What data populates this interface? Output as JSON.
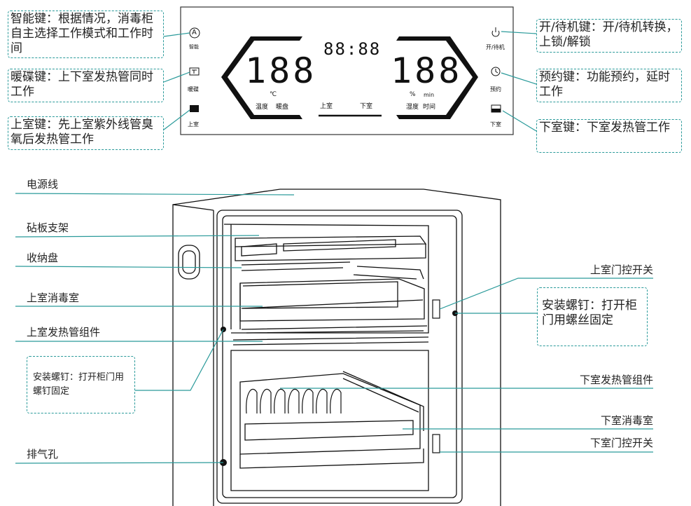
{
  "callouts": {
    "smart": "智能键：根据情况，消毒柜自主选择工作模式和工作时间",
    "warm": "暖碟键：上下室发热管同时工作",
    "upper": "上室键：先上室紫外线管臭氧后发热管工作",
    "power": "开/待机键：开/待机转换，上锁/解锁",
    "schedule": "预约键：功能预约，延时工作",
    "lower": "下室键：下室发热管工作",
    "screw_right": "安装螺钉：打开柜门用螺丝固定",
    "screw_left": "安装螺钉：打开柜门用螺钉固定"
  },
  "display": {
    "icon_smart_letter": "A",
    "btn_smart": "智能",
    "btn_warm": "暖碟",
    "btn_upper": "上室",
    "btn_power": "开/待机",
    "btn_schedule": "预约",
    "btn_lower": "下室",
    "clock": "88:88",
    "left_digits": "188",
    "right_digits": "188",
    "unit_c": "℃",
    "unit_pct": "%",
    "unit_min": "min",
    "temp": "温度",
    "warmdish": "暖盘",
    "humidity": "湿度",
    "time": "时间",
    "upper_room": "上室",
    "lower_room": "下室"
  },
  "labels": {
    "power_cord": "电源线",
    "board_rack": "砧板支架",
    "tray": "收纳盘",
    "upper_chamber": "上室消毒室",
    "upper_heater": "上室发热管组件",
    "vent": "排气孔",
    "upper_switch": "上室门控开关",
    "lower_heater": "下室发热管组件",
    "lower_chamber": "下室消毒室",
    "lower_switch": "下室门控开关"
  }
}
